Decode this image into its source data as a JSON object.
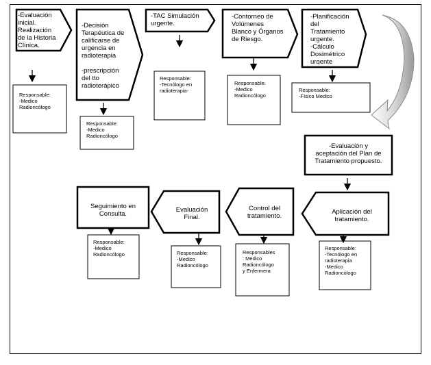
{
  "steps": [
    {
      "id": "s1",
      "text": "-Evaluación\ninicial.\nRealización\nde la Historia\nClínica.",
      "responsible": "Responsable:\n-Medico\nRadioncólogo"
    },
    {
      "id": "s2",
      "text": "-Decisión\nTerapéutica de\ncalificarse de\nurgencia en\nradioterapia\n\n-prescripción\ndel tto\nradioterápico",
      "responsible": "Responsable:\n-Medico\nRadioncólogo"
    },
    {
      "id": "s3",
      "text": "-TAC Simulación\nurgente.",
      "responsible": "Responsable:\n-Tecnólogo en\nradioterapia-"
    },
    {
      "id": "s4",
      "text": "-Contorneo de\nVolúmenes\nBlanco y Órganos\nde Riesgo.",
      "responsible": "Responsable:\n-Medico\nRadioncólogo"
    },
    {
      "id": "s5",
      "text": "-Planificación\ndel\nTratamiento\nurgente.\n-Cálculo\nDosimétrico\nurgente",
      "responsible": "Responsable:\n-Físico Medico"
    },
    {
      "id": "s6",
      "text": "-Evaluación y\naceptación del Plan de\nTratamiento propuesto.",
      "responsible": ""
    },
    {
      "id": "s7",
      "text": "Aplicación del\ntratamiento.",
      "responsible": "Responsable:\n-Tecnólogo en\nradioterapia\n-Medico\nRadioncólogo"
    },
    {
      "id": "s8",
      "text": "Control del\ntratamiento.",
      "responsible": "Responsables\n: Medico\nRadioncólogo\ny Enfermera"
    },
    {
      "id": "s9",
      "text": "Evaluación\nFinal.",
      "responsible": "Responsable:\n-Medico\nRadioncólogo"
    },
    {
      "id": "s10",
      "text": "Seguimiento en\nConsulta.",
      "responsible": "Responsable:\n-Medico\nRadioncólogo"
    }
  ]
}
